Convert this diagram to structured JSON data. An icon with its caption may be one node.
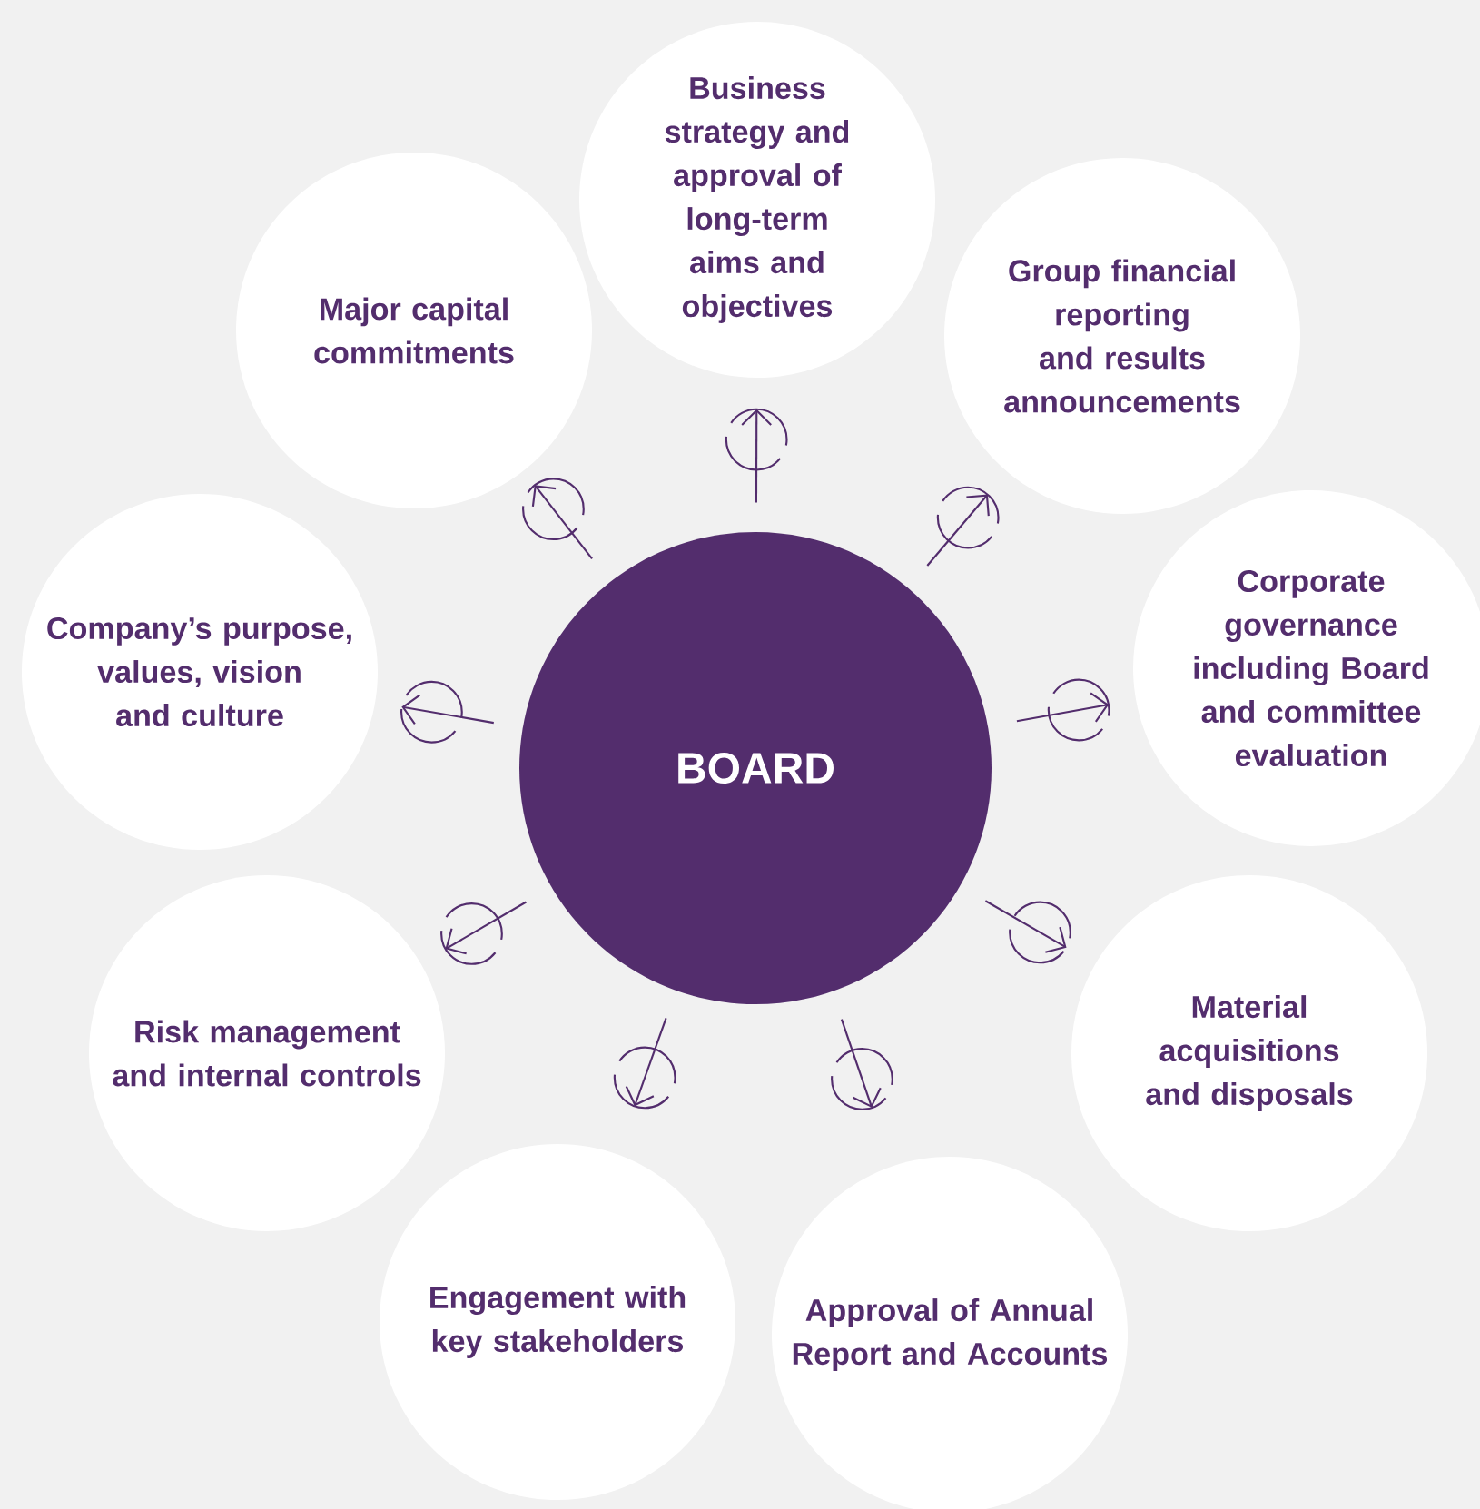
{
  "diagram": {
    "nodes": [
      {
        "text": [
          "BOARD"
        ]
      },
      {
        "text": [
          "Business strategy and approval of long-term aims and objectives"
        ]
      },
      {
        "text": [
          "Group financial reporting and results announcements"
        ]
      },
      {
        "text": [
          "Corporate governance including Board and committee evaluation"
        ]
      },
      {
        "text": [
          "Material acquisitions and disposals"
        ]
      },
      {
        "text": [
          "Approval of Annual Report and Accounts"
        ]
      },
      {
        "text": [
          "Engagement with key stakeholders"
        ]
      },
      {
        "text": [
          "Risk management and internal controls"
        ]
      },
      {
        "text": [
          "Company’s purpose, values, vision and culture"
        ]
      },
      {
        "text": [
          "Major capital commitments"
        ]
      }
    ],
    "edges": [
      {
        "from": 0,
        "to": 1,
        "arrow": "to"
      },
      {
        "from": 0,
        "to": 2,
        "arrow": "to"
      },
      {
        "from": 0,
        "to": 3,
        "arrow": "to"
      },
      {
        "from": 0,
        "to": 4,
        "arrow": "to"
      },
      {
        "from": 0,
        "to": 5,
        "arrow": "to"
      },
      {
        "from": 0,
        "to": 6,
        "arrow": "to"
      },
      {
        "from": 0,
        "to": 7,
        "arrow": "to"
      },
      {
        "from": 0,
        "to": 8,
        "arrow": "to"
      },
      {
        "from": 0,
        "to": 9,
        "arrow": "to"
      }
    ]
  }
}
